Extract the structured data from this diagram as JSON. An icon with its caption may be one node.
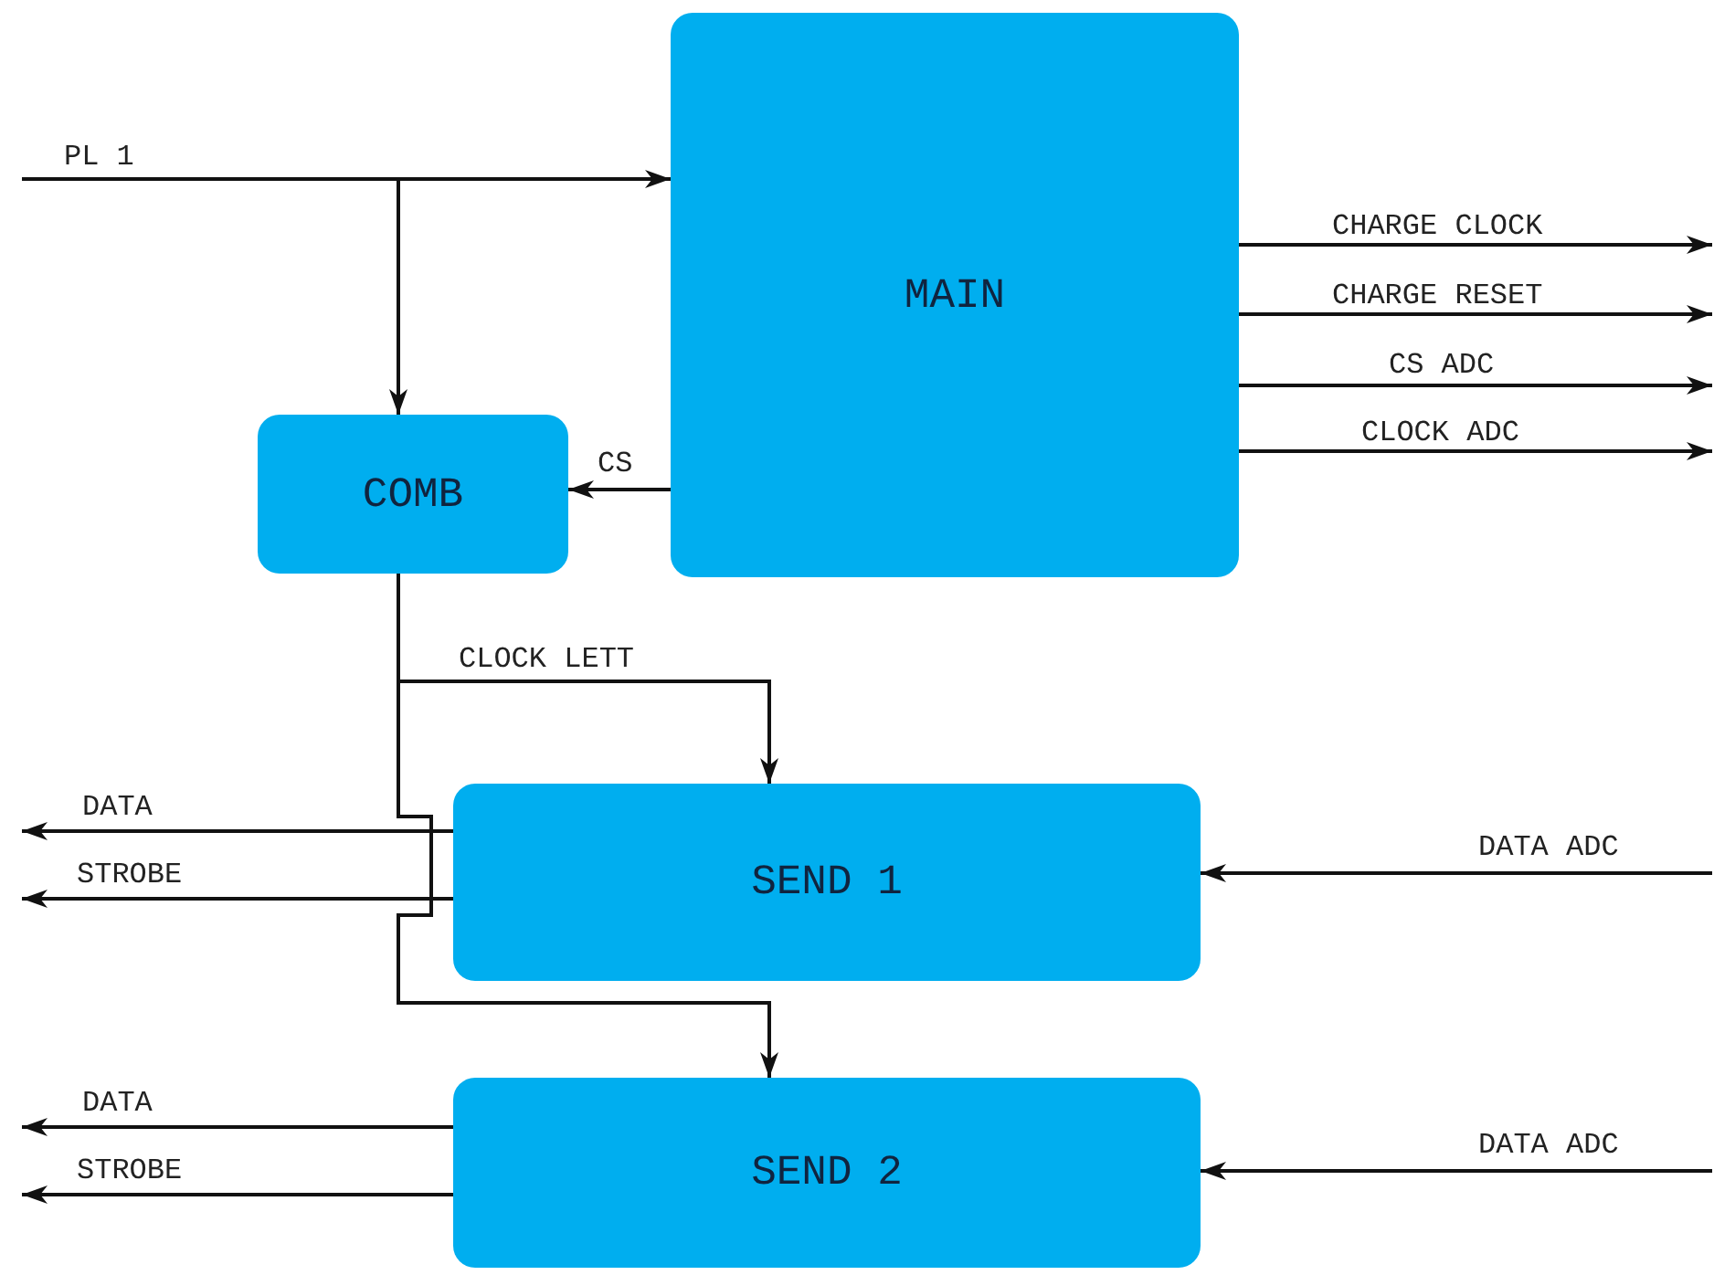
{
  "diagram": {
    "nodes": [
      {
        "text": [
          "MAIN"
        ]
      },
      {
        "text": [
          "COMB"
        ]
      },
      {
        "text": [
          "SEND 1"
        ]
      },
      {
        "text": [
          "SEND 2"
        ]
      }
    ],
    "edges": [
      {
        "from": null,
        "to": 0,
        "arrow": "to",
        "label": "PL 1"
      },
      {
        "from": null,
        "to": 1,
        "arrow": "to"
      },
      {
        "from": 0,
        "to": null,
        "arrow": "to",
        "label": "CHARGE CLOCK"
      },
      {
        "from": 0,
        "to": null,
        "arrow": "to",
        "label": "CHARGE RESET"
      },
      {
        "from": 0,
        "to": null,
        "arrow": "to",
        "label": "CS ADC"
      },
      {
        "from": 0,
        "to": null,
        "arrow": "to",
        "label": "CLOCK ADC"
      },
      {
        "from": 0,
        "to": 1,
        "arrow": "to",
        "label": "CS"
      },
      {
        "from": 1,
        "to": 2,
        "arrow": "to",
        "label": "CLOCK LETT"
      },
      {
        "from": 1,
        "to": 3,
        "arrow": "to"
      },
      {
        "from": 2,
        "to": null,
        "arrow": "to",
        "label": "DATA"
      },
      {
        "from": 2,
        "to": null,
        "arrow": "to",
        "label": "STROBE"
      },
      {
        "from": null,
        "to": 2,
        "arrow": "to",
        "label": "DATA ADC"
      },
      {
        "from": 3,
        "to": null,
        "arrow": "to",
        "label": "DATA"
      },
      {
        "from": 3,
        "to": null,
        "arrow": "to",
        "label": "STROBE"
      },
      {
        "from": null,
        "to": 3,
        "arrow": "to",
        "label": "DATA ADC"
      }
    ]
  }
}
